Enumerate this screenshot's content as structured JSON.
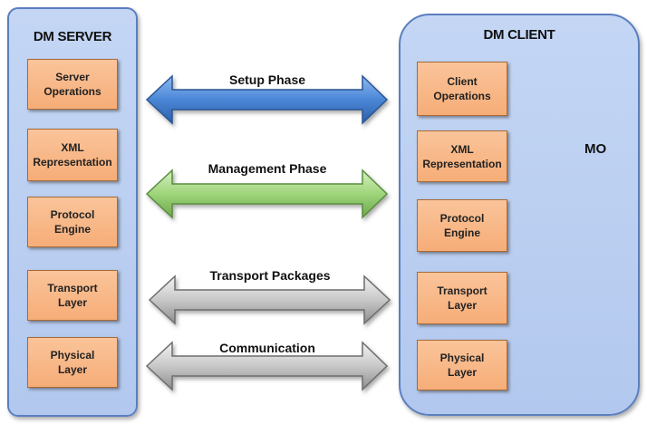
{
  "server": {
    "title": "DM SERVER",
    "layers": [
      "Server\nOperations",
      "XML\nRepresentation",
      "Protocol\nEngine",
      "Transport\nLayer",
      "Physical\nLayer"
    ]
  },
  "client": {
    "title": "DM CLIENT",
    "layers": [
      "Client\nOperations",
      "XML\nRepresentation",
      "Protocol\nEngine",
      "Transport\nLayer",
      "Physical\nLayer"
    ],
    "store_label": "MO"
  },
  "phases": [
    {
      "label": "Setup Phase",
      "color": "#4a86d6"
    },
    {
      "label": "Management Phase",
      "color": "#9ed47a"
    },
    {
      "label": "Transport Packages",
      "color": "#c8c8c8"
    },
    {
      "label": "Communication",
      "color": "#c8c8c8"
    }
  ],
  "colors": {
    "panel_border": "#5b7fbf",
    "panel_fill": "#b7cbee",
    "box_fill": "#f8b887",
    "box_border": "#a86a38",
    "connector": "#b5b5b5"
  }
}
